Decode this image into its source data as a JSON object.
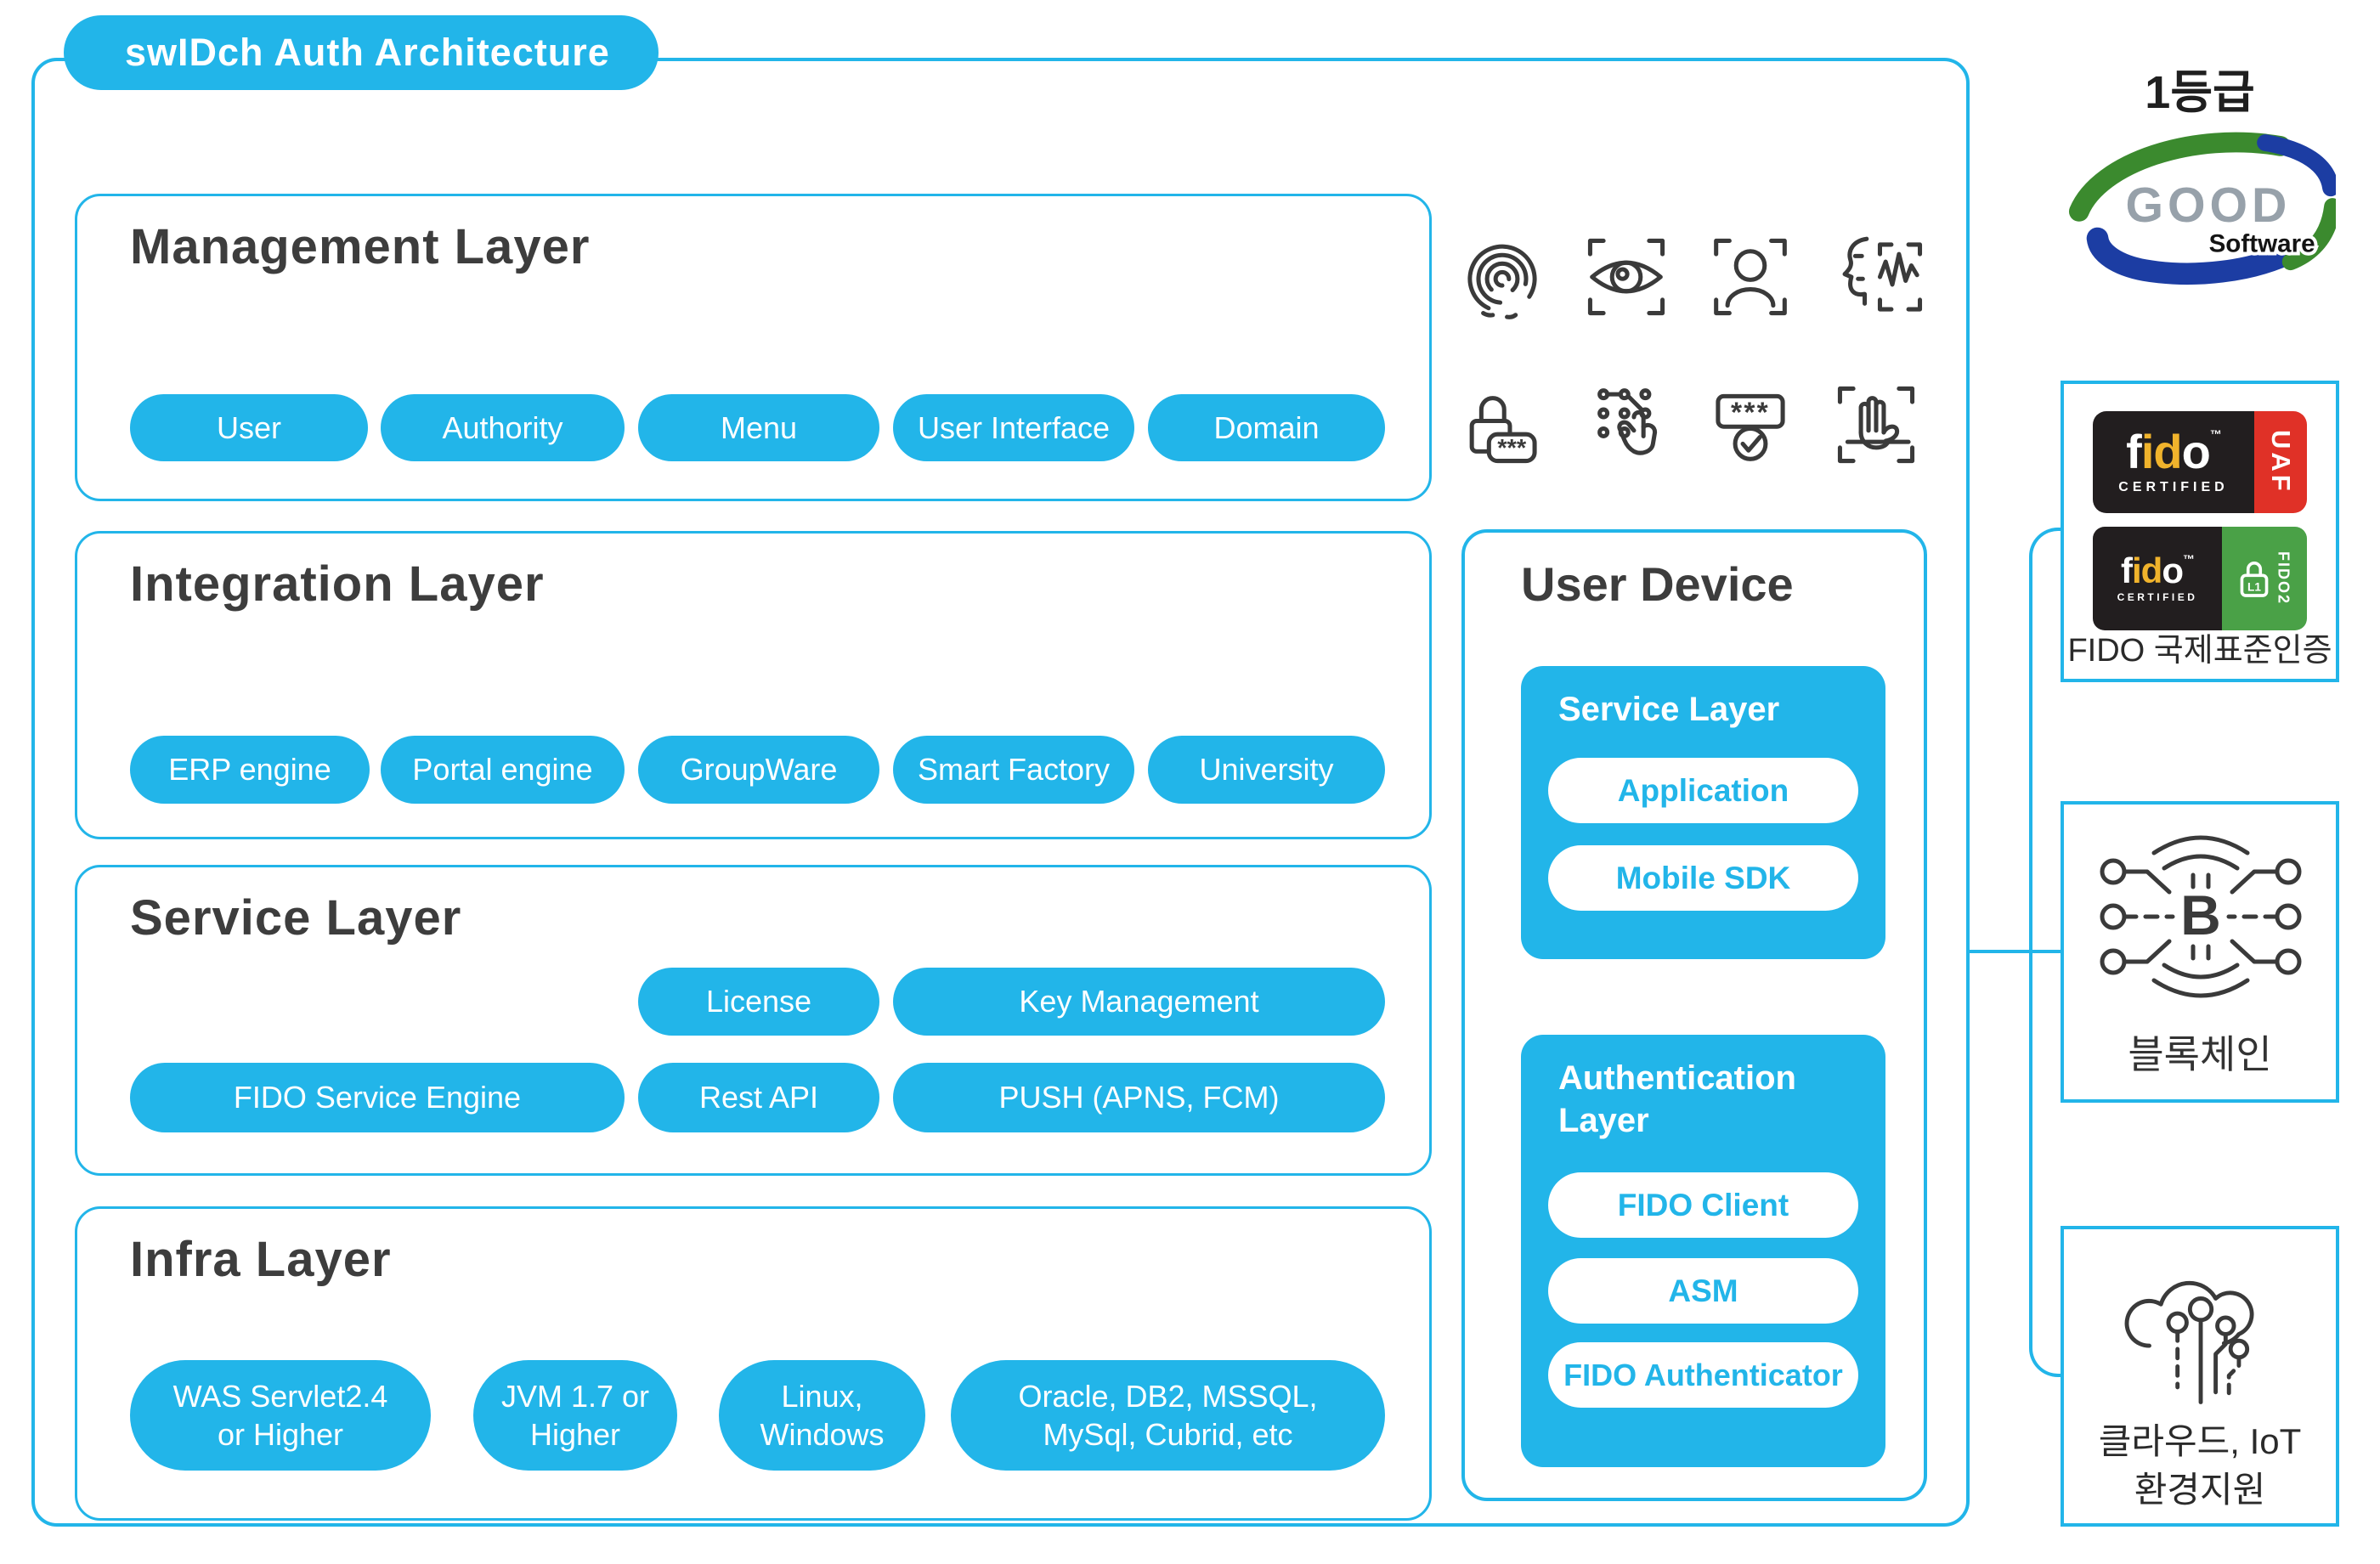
{
  "title_pill": {
    "label": "swIDch Auth Architecture"
  },
  "layers": {
    "management": {
      "title": "Management Layer",
      "pills": [
        "User",
        "Authority",
        "Menu",
        "User Interface",
        "Domain"
      ]
    },
    "integration": {
      "title": "Integration Layer",
      "pills": [
        "ERP engine",
        "Portal engine",
        "GroupWare",
        "Smart Factory",
        "University"
      ]
    },
    "service": {
      "title": "Service Layer",
      "row1": [
        "License",
        "Key Management"
      ],
      "row2": [
        "FIDO Service Engine",
        "Rest API",
        "PUSH (APNS, FCM)"
      ]
    },
    "infra": {
      "title": "Infra Layer",
      "pills": [
        "WAS Servlet2.4 or Higher",
        "JVM 1.7 or Higher",
        "Linux, Windows",
        "Oracle, DB2, MSSQL, MySql, Cubrid, etc"
      ]
    }
  },
  "user_device": {
    "title": "User Device",
    "service_layer": {
      "title": "Service Layer",
      "pills": [
        "Application",
        "Mobile SDK"
      ]
    },
    "authentication_layer": {
      "title": "Authentication Layer",
      "pills": [
        "FIDO Client",
        "ASM",
        "FIDO Authenticator"
      ]
    }
  },
  "auth_method_icons": [
    "fingerprint",
    "iris-scan",
    "face-recognition",
    "voice-recognition",
    "password-lock",
    "pin-pattern",
    "otp-verification",
    "palm-scan"
  ],
  "icon_texts": {
    "password_mask": "***",
    "otp_mask": "***"
  },
  "right_panel": {
    "grade_label": "1등급",
    "gs_logo": {
      "good": "GOOD",
      "software": "Software"
    },
    "fido_cert": {
      "label": "FIDO 국제표준인증",
      "uaf_badge": {
        "letters": [
          "f",
          "i",
          "d",
          "o"
        ],
        "tm": "™",
        "certified": "CERTIFIED",
        "tab": "UAF"
      },
      "fido2_badge": {
        "letters": [
          "f",
          "i",
          "d",
          "o"
        ],
        "tm": "™",
        "certified": "CERTIFIED",
        "tab": "FIDO2",
        "lock_level": "L1"
      }
    },
    "blockchain": {
      "label": "블록체인",
      "bitcoin_symbol": "B"
    },
    "cloud_iot": {
      "label_line1": "클라우드, IoT",
      "label_line2": "환경지원"
    }
  },
  "colors": {
    "cyan": "#22b5e9",
    "dark_text": "#3d3d3d",
    "badge_black": "#221e1f",
    "badge_red": "#e03127",
    "badge_green": "#4aa147",
    "fido_gold": "#f0b32c",
    "logo_green": "#3b8a2e",
    "logo_blue": "#1c3da3",
    "logo_gray": "#97a1aa"
  }
}
